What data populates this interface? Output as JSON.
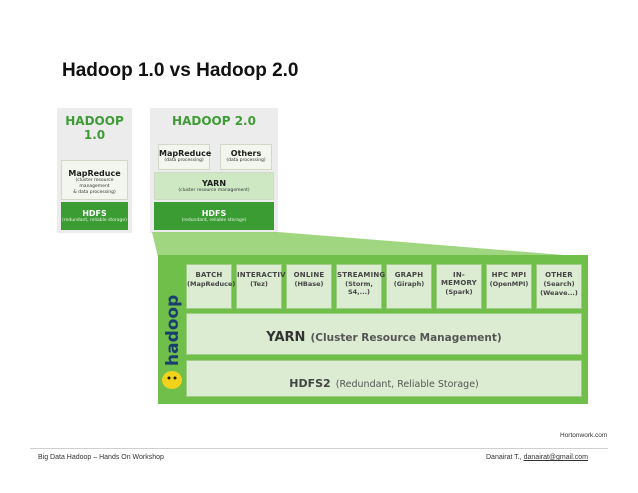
{
  "title": "Hadoop 1.0 vs Hadoop 2.0",
  "hadoop1": {
    "header": "HADOOP 1.0",
    "mapreduce": {
      "label": "MapReduce",
      "sub1": "(cluster resource management",
      "sub2": "& data processing)"
    },
    "hdfs": {
      "label": "HDFS",
      "sub": "(redundant, reliable storage)"
    }
  },
  "hadoop2": {
    "header": "HADOOP 2.0",
    "mapreduce": {
      "label": "MapReduce",
      "sub": "(data processing)"
    },
    "others": {
      "label": "Others",
      "sub": "(data processing)"
    },
    "yarn": {
      "label": "YARN",
      "sub": "(cluster resource management)"
    },
    "hdfs": {
      "label": "HDFS",
      "sub": "(redundant, reliable storage)"
    }
  },
  "stack": {
    "logo_text": "hadoop",
    "columns": [
      {
        "label": "BATCH",
        "sub": "(MapReduce)"
      },
      {
        "label": "INTERACTIVE",
        "sub": "(Tez)"
      },
      {
        "label": "ONLINE",
        "sub": "(HBase)"
      },
      {
        "label": "STREAMING",
        "sub": "(Storm, S4,...)"
      },
      {
        "label": "GRAPH",
        "sub": "(Giraph)"
      },
      {
        "label": "IN-MEMORY",
        "sub": "(Spark)"
      },
      {
        "label": "HPC MPI",
        "sub": "(OpenMPI)"
      },
      {
        "label": "OTHER",
        "sub": "(Search)",
        "sub2": "(Weave...)"
      }
    ],
    "yarn_label": "YARN",
    "yarn_sub": "(Cluster Resource Management)",
    "hdfs_label": "HDFS2",
    "hdfs_sub": "(Redundant, Reliable Storage)"
  },
  "credit": "Hortonwork.com",
  "footer": {
    "left": "Big Data Hadoop – Hands On Workshop",
    "right_prefix": "Danairat T., ",
    "right_email": "danairat@gmail.com"
  },
  "colors": {
    "hadoop_green": "#3c9c34",
    "light_green": "#dcecd2",
    "frame_green": "#6fbf4a"
  }
}
